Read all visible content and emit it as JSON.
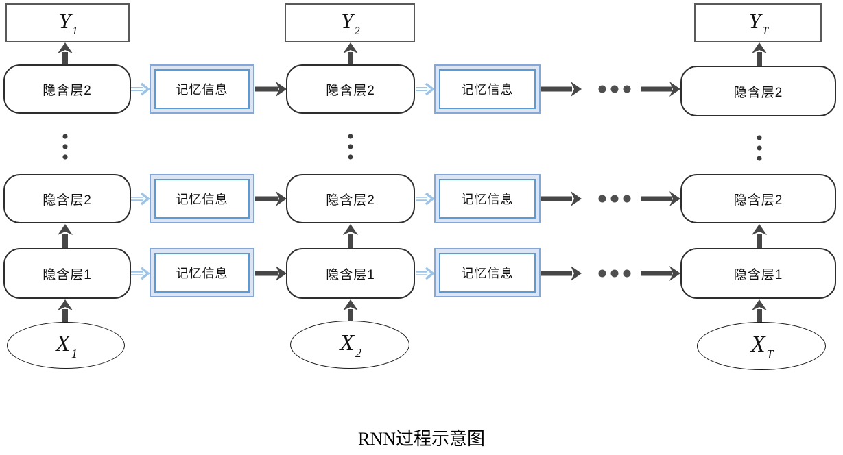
{
  "caption": "RNN过程示意图",
  "labels": {
    "hidden_layer_top": "隐含层2",
    "hidden_layer_mid": "隐含层2",
    "hidden_layer_bottom": "隐含层1",
    "memory": "记忆信息"
  },
  "timesteps": [
    {
      "output_main": "Y",
      "output_sub": "1",
      "input_main": "X",
      "input_sub": "1"
    },
    {
      "output_main": "Y",
      "output_sub": "2",
      "input_main": "X",
      "input_sub": "2"
    },
    {
      "output_main": "Y",
      "output_sub": "T",
      "input_main": "X",
      "input_sub": "T"
    }
  ],
  "colors": {
    "dark_arrow": "#474747",
    "blue_arrow": "#9dc3e6",
    "memory_border_outer": "#84a7d9",
    "memory_border_inner": "#5b9bd5",
    "memory_fill": "#dbe5f3"
  }
}
